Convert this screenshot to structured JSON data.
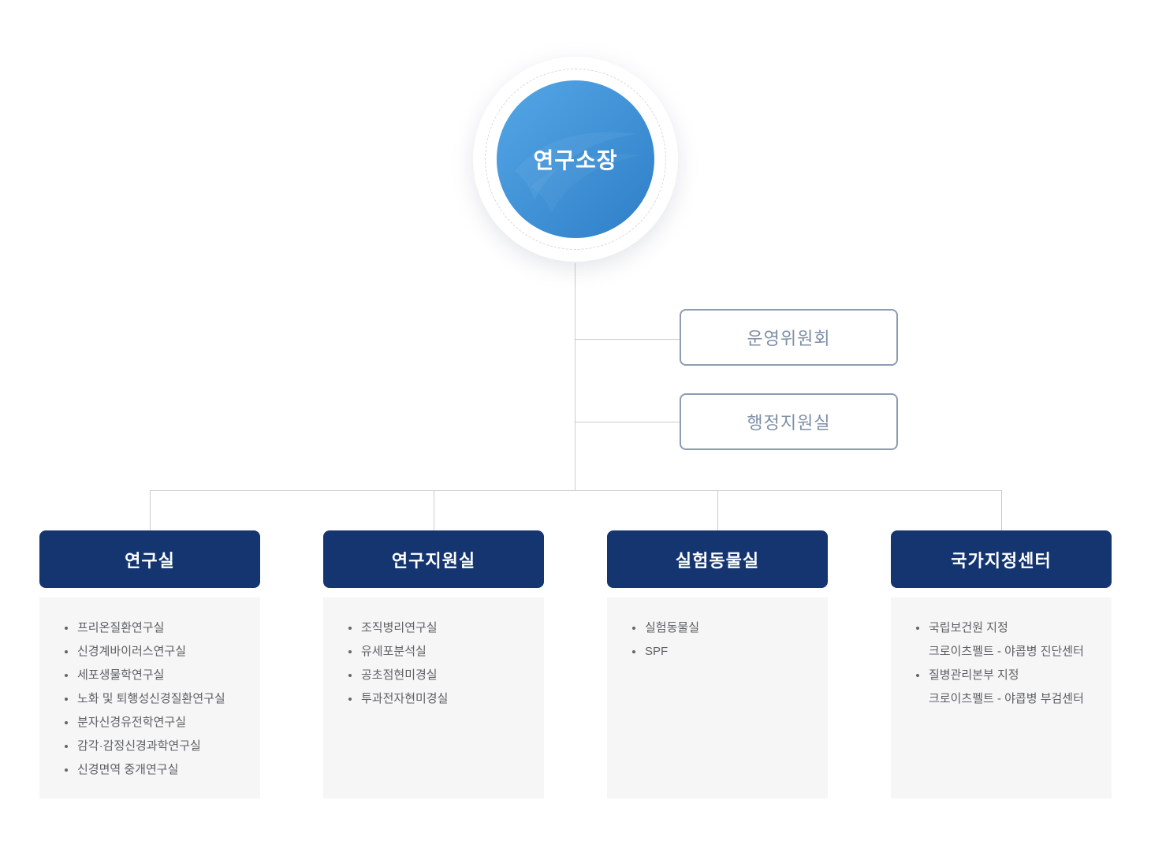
{
  "root": {
    "label": "연구소장"
  },
  "committees": [
    {
      "label": "운영위원회"
    },
    {
      "label": "행정지원실"
    }
  ],
  "departments": [
    {
      "title": "연구실",
      "items": [
        {
          "text": "프리온질환연구실"
        },
        {
          "text": "신경계바이러스연구실"
        },
        {
          "text": "세포생물학연구실"
        },
        {
          "text": "노화 및 퇴행성신경질환연구실"
        },
        {
          "text": "분자신경유전학연구실"
        },
        {
          "text": "감각·감정신경과학연구실"
        },
        {
          "text": "신경면역 중개연구실"
        }
      ]
    },
    {
      "title": "연구지원실",
      "items": [
        {
          "text": "조직병리연구실"
        },
        {
          "text": "유세포분석실"
        },
        {
          "text": "공초점현미경실"
        },
        {
          "text": "투과전자현미경실"
        }
      ]
    },
    {
      "title": "실험동물실",
      "items": [
        {
          "text": "실험동물실"
        },
        {
          "text": "SPF"
        }
      ]
    },
    {
      "title": "국가지정센터",
      "items": [
        {
          "text": "국립보건원 지정",
          "sub": "크로이츠펠트 - 야콥병 진단센터"
        },
        {
          "text": "질병관리본부 지정",
          "sub": "크로이츠펠트 - 야콥병 부검센터"
        }
      ]
    }
  ],
  "colors": {
    "header_navy": "#143570",
    "circle_blue_top": "#54a7e6",
    "circle_blue_bottom": "#2e7ec7",
    "connector_line": "#cccccc",
    "committee_border": "#8d9cb1",
    "committee_text": "#7d8ea6",
    "list_text": "#5d6064",
    "panel_bg": "#f6f6f6",
    "bullet": "#666666"
  }
}
